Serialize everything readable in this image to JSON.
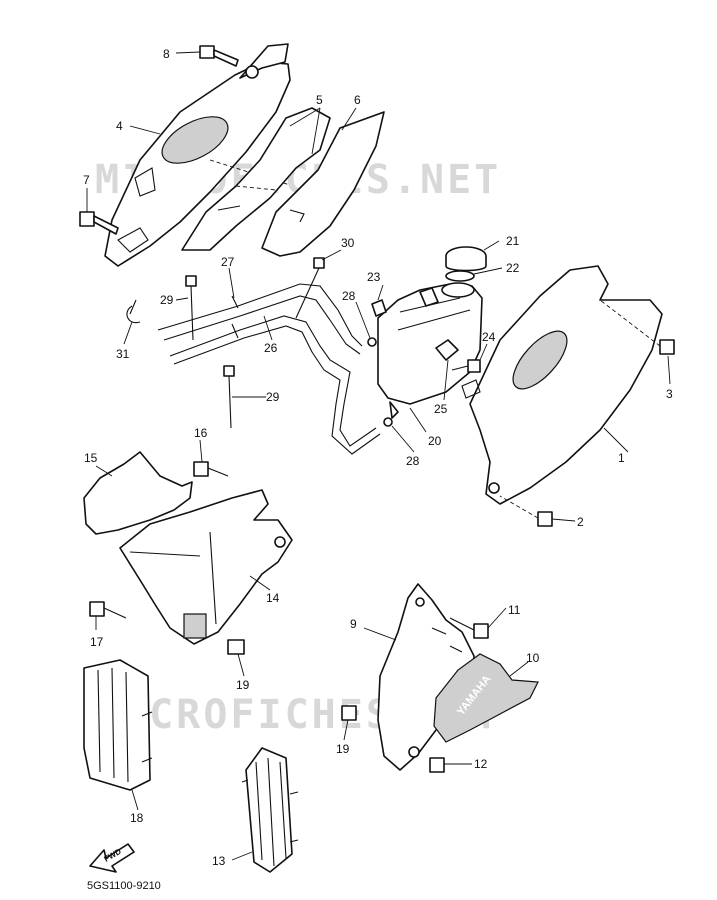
{
  "watermark": "MICROFICHES.NET",
  "diagram_code": "5GS1100-9210",
  "fwd_label": "FWD",
  "brand_label": "YAMAHA",
  "callouts": {
    "c1": "1",
    "c2": "2",
    "c3": "3",
    "c4": "4",
    "c5": "5",
    "c6": "6",
    "c7": "7",
    "c8": "8",
    "c9": "9",
    "c10": "10",
    "c11": "11",
    "c12": "12",
    "c13": "13",
    "c14": "14",
    "c15": "15",
    "c16": "16",
    "c17": "17",
    "c18": "18",
    "c19a": "19",
    "c19b": "19",
    "c20": "20",
    "c21": "21",
    "c22": "22",
    "c23": "23",
    "c24": "24",
    "c25": "25",
    "c26": "26",
    "c27": "27",
    "c28a": "28",
    "c28b": "28",
    "c29a": "29",
    "c29b": "29",
    "c30": "30",
    "c31": "31"
  }
}
